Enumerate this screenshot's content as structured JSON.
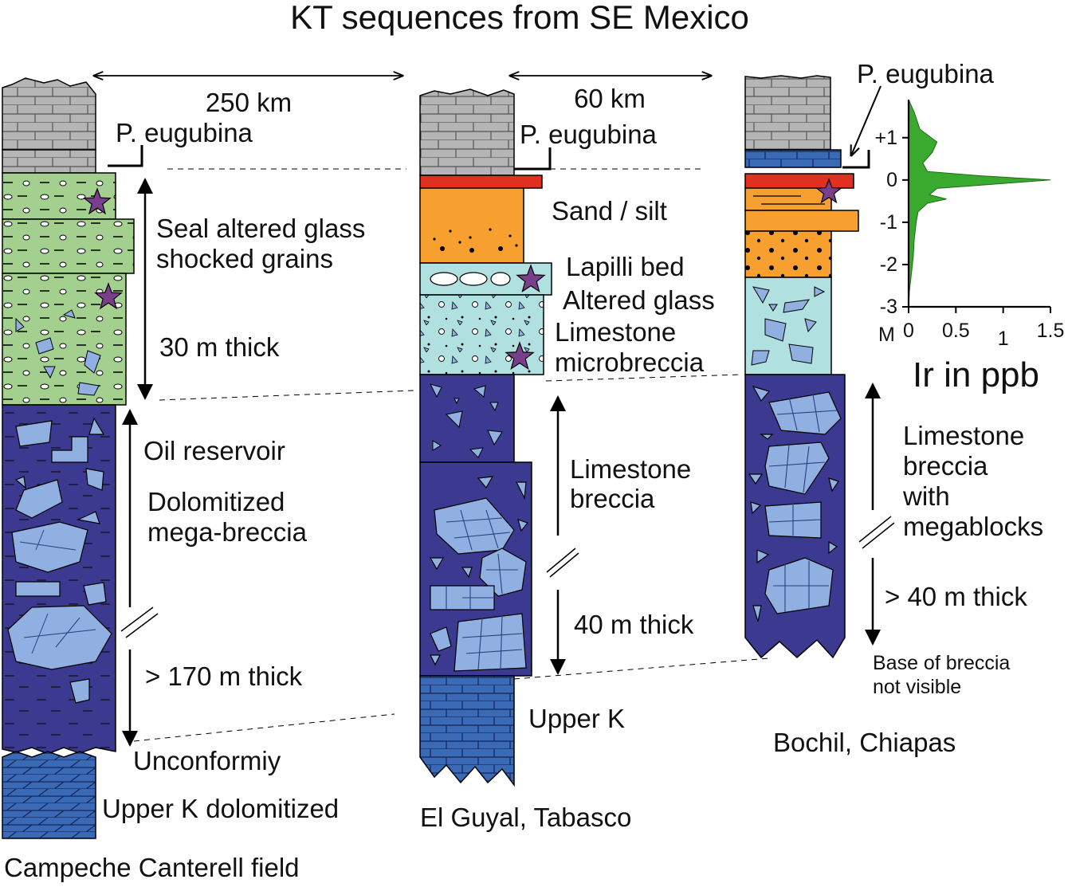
{
  "title": "KT sequences from SE Mexico",
  "distances": {
    "d1": "250 km",
    "d2": "60 km"
  },
  "colors": {
    "grey_limestone": "#b5b5b5",
    "green_seal": "#a3d08f",
    "dark_breccia": "#3b3990",
    "block": "#8fb0e0",
    "cyan_glass": "#b0e0e0",
    "orange_sand": "#f7a030",
    "red_layer": "#e03020",
    "blue_upperK": "#3a6ab5",
    "star": "#7a3f8a",
    "ir_fill": "#3aaa2e"
  },
  "col1": {
    "name": "Campeche Canterell field",
    "top_marker": "P. eugubina",
    "seal": [
      "Seal altered glass",
      "shocked grains"
    ],
    "seal_thick": "30 m thick",
    "reservoir": [
      "Oil reservoir",
      "Dolomitized",
      "mega-breccia"
    ],
    "res_thick": "> 170 m thick",
    "unconformity": "Unconformiy",
    "base": "Upper K dolomitized"
  },
  "col2": {
    "name": "El Guyal, Tabasco",
    "top_marker": "P. eugubina",
    "sand": "Sand / silt",
    "lapilli": "Lapilli bed",
    "glass": "Altered glass",
    "micro": [
      "Limestone",
      "microbreccia"
    ],
    "breccia": [
      "Limestone",
      "breccia"
    ],
    "thick": "40 m thick",
    "base": "Upper K"
  },
  "col3": {
    "name": "Bochil, Chiapas",
    "top_marker": "P. eugubina",
    "breccia": [
      "Limestone",
      "breccia",
      "with",
      "megablocks"
    ],
    "thick": "> 40 m thick",
    "base_note": [
      "Base of breccia",
      "not visible"
    ]
  },
  "ir_chart": {
    "unit_label": "Ir in ppb",
    "y_axis_unit": "M",
    "y_ticks": [
      "+1",
      "0",
      "-1",
      "-2",
      "-3"
    ],
    "x_ticks": [
      "0",
      "0.5",
      "1",
      "1.5"
    ]
  },
  "chart_data": {
    "type": "area",
    "xlabel": "Ir in ppb",
    "ylabel": "M",
    "xlim": [
      0,
      1.5
    ],
    "ylim": [
      -3,
      1.9
    ],
    "points": [
      {
        "depth": -3.0,
        "ir": 0.0
      },
      {
        "depth": -2.6,
        "ir": 0.01
      },
      {
        "depth": -2.2,
        "ir": 0.03
      },
      {
        "depth": -1.8,
        "ir": 0.05
      },
      {
        "depth": -1.4,
        "ir": 0.06
      },
      {
        "depth": -1.0,
        "ir": 0.08
      },
      {
        "depth": -0.75,
        "ir": 0.1
      },
      {
        "depth": -0.55,
        "ir": 0.2
      },
      {
        "depth": -0.45,
        "ir": 0.4
      },
      {
        "depth": -0.35,
        "ir": 0.22
      },
      {
        "depth": -0.2,
        "ir": 0.3
      },
      {
        "depth": -0.1,
        "ir": 0.9
      },
      {
        "depth": 0.0,
        "ir": 1.5
      },
      {
        "depth": 0.1,
        "ir": 0.75
      },
      {
        "depth": 0.2,
        "ir": 0.2
      },
      {
        "depth": 0.4,
        "ir": 0.15
      },
      {
        "depth": 0.65,
        "ir": 0.25
      },
      {
        "depth": 0.9,
        "ir": 0.3
      },
      {
        "depth": 1.2,
        "ir": 0.12
      },
      {
        "depth": 1.6,
        "ir": 0.06
      },
      {
        "depth": 1.9,
        "ir": 0.0
      }
    ]
  }
}
